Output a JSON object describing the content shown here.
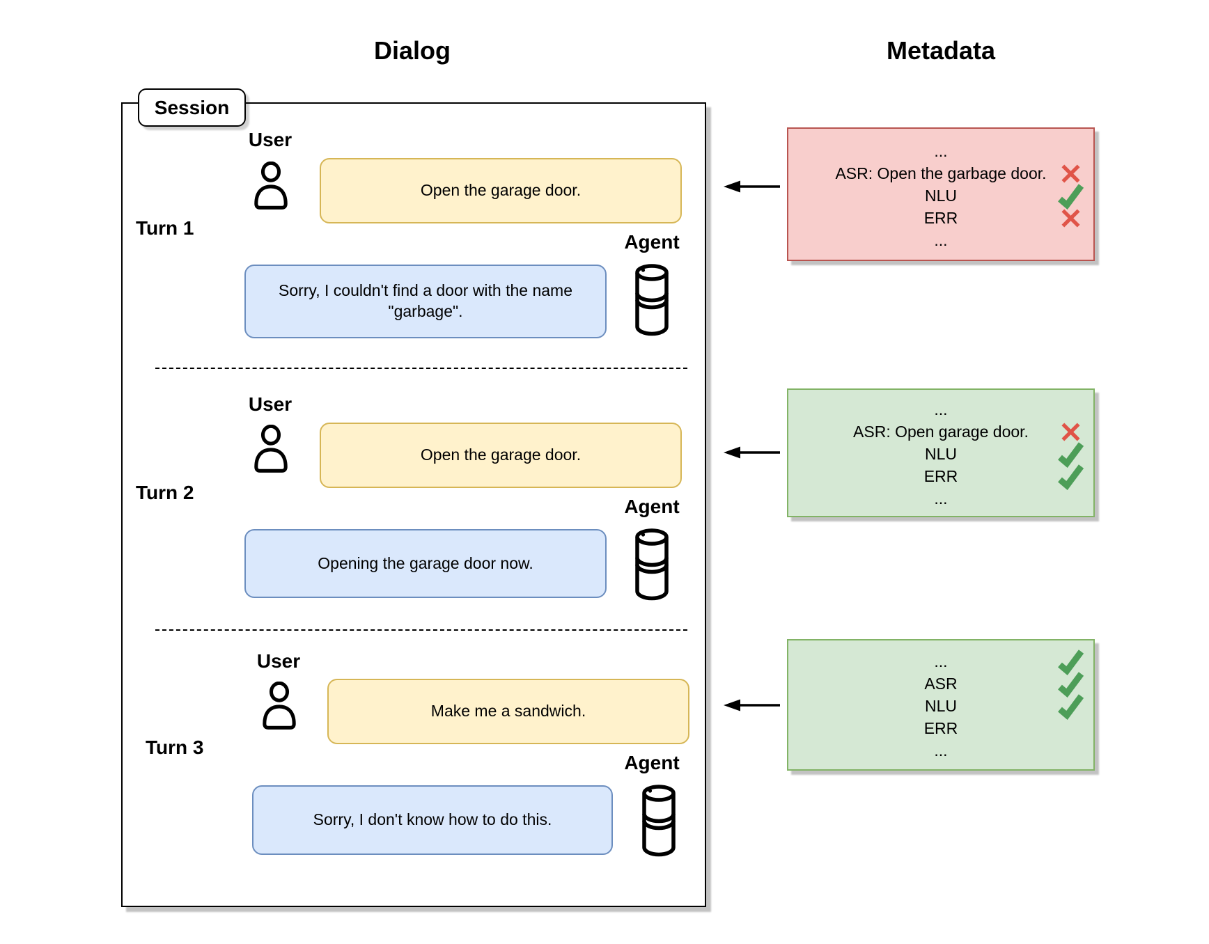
{
  "titles": {
    "dialog": "Dialog",
    "metadata": "Metadata"
  },
  "session": {
    "label": "Session",
    "turns": [
      {
        "label": "Turn 1",
        "user_label": "User",
        "agent_label": "Agent",
        "user_message": "Open the garage door.",
        "agent_message": "Sorry, I couldn't find a door with the name \"garbage\"."
      },
      {
        "label": "Turn 2",
        "user_label": "User",
        "agent_label": "Agent",
        "user_message": "Open the garage door.",
        "agent_message": "Opening the garage door now."
      },
      {
        "label": "Turn 3",
        "user_label": "User",
        "agent_label": "Agent",
        "user_message": "Make me a sandwich.",
        "agent_message": "Sorry, I don't know how to do this."
      }
    ]
  },
  "metadata_boxes": [
    {
      "tone": "error",
      "rows": [
        {
          "text": "...",
          "mark": "none"
        },
        {
          "text": "ASR: Open the garbage door.",
          "mark": "cross"
        },
        {
          "text": "NLU",
          "mark": "check"
        },
        {
          "text": "ERR",
          "mark": "cross"
        },
        {
          "text": "...",
          "mark": "none"
        }
      ]
    },
    {
      "tone": "success",
      "rows": [
        {
          "text": "...",
          "mark": "none"
        },
        {
          "text": "ASR: Open garage door.",
          "mark": "cross"
        },
        {
          "text": "NLU",
          "mark": "check"
        },
        {
          "text": "ERR",
          "mark": "check"
        },
        {
          "text": "...",
          "mark": "none"
        }
      ]
    },
    {
      "tone": "success",
      "rows": [
        {
          "text": "...",
          "mark": "check"
        },
        {
          "text": "ASR",
          "mark": "check"
        },
        {
          "text": "NLU",
          "mark": "check"
        },
        {
          "text": "ERR",
          "mark": "none"
        },
        {
          "text": "...",
          "mark": "none"
        }
      ]
    }
  ],
  "colors": {
    "user_bubble_bg": "#fff2cc",
    "user_bubble_border": "#d6b656",
    "agent_bubble_bg": "#dae8fc",
    "agent_bubble_border": "#6c8ebf",
    "meta_error_bg": "#f8cecc",
    "meta_error_border": "#b85450",
    "meta_success_bg": "#d5e8d4",
    "meta_success_border": "#82b366",
    "check": "#4d9e58",
    "cross": "#e05448"
  }
}
